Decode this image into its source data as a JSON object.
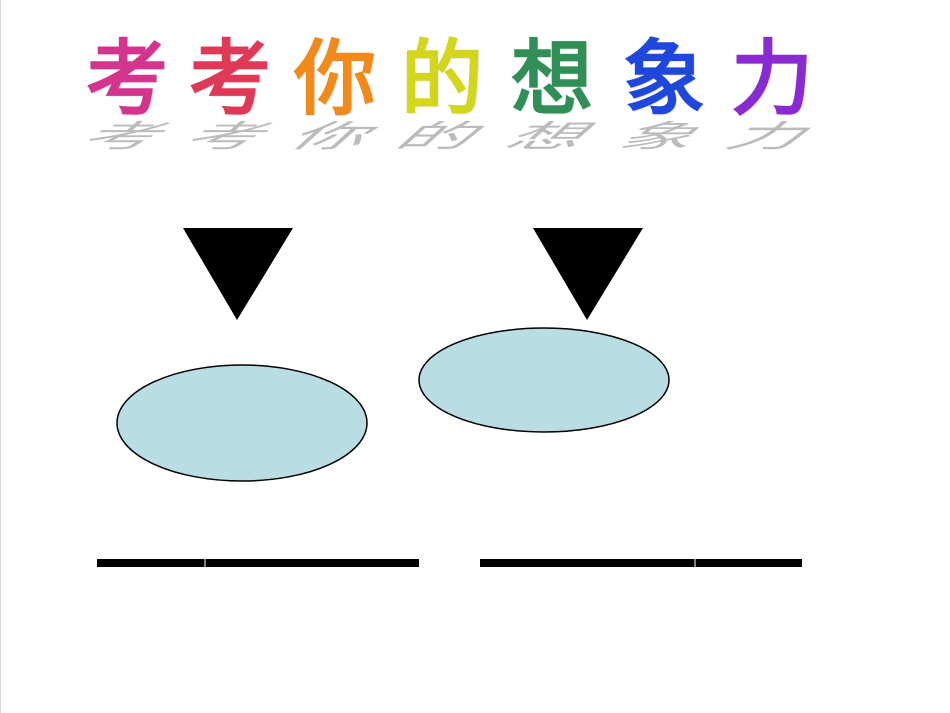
{
  "title": {
    "characters": [
      {
        "char": "考",
        "color": "#d2348e"
      },
      {
        "char": "考",
        "color": "#de3a58"
      },
      {
        "char": "你",
        "color": "#f08a1a"
      },
      {
        "char": "的",
        "color": "#d3d61d"
      },
      {
        "char": "想",
        "color": "#2f8f57"
      },
      {
        "char": "象",
        "color": "#1f47d9"
      },
      {
        "char": "力",
        "color": "#8a2bd1"
      }
    ]
  },
  "shapes": {
    "triangle_color": "#000000",
    "ellipse_fill": "#b9dde3",
    "ellipse_stroke": "#000000",
    "line_color": "#000000"
  }
}
